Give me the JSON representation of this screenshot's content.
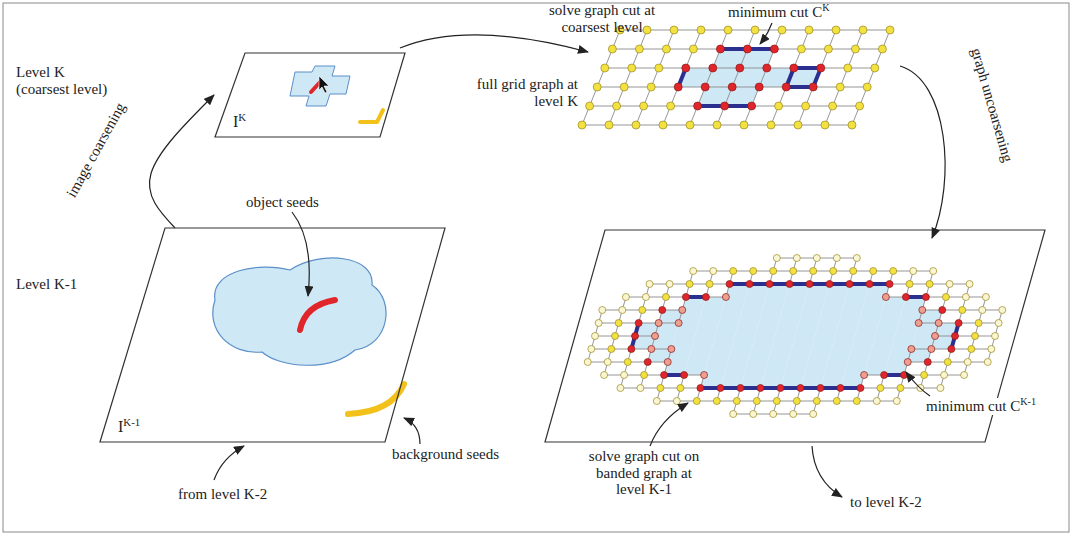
{
  "diagram": {
    "nodes": [
      {
        "text": [
          "IK"
        ]
      },
      {
        "text": [
          "IK-1"
        ]
      }
    ],
    "edges": [
      {
        "from": 1,
        "to": 0,
        "arrow": "to",
        "label": "image coarsening"
      }
    ],
    "labels": [
      "solve graph cut at coarsest level",
      "minimum cut CK",
      "full grid graph at level K",
      "graph uncoarsening",
      "Level K (coarsest level)",
      "object seeds",
      "Level K-1",
      "background seeds",
      "from level K-2",
      "minimum cut CK-1",
      "solve graph cut on banded graph at level K-1",
      "to level K-2"
    ]
  }
}
